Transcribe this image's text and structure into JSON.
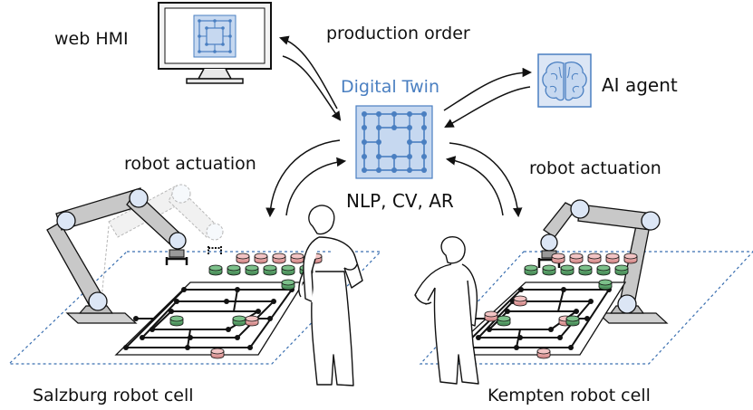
{
  "labels": {
    "web_hmi": "web HMI",
    "production_order": "production order",
    "digital_twin": "Digital Twin",
    "ai_agent": "AI agent",
    "robot_actuation_left": "robot actuation",
    "robot_actuation_right": "robot actuation",
    "capabilities": "NLP, CV, AR",
    "salzburg_cell": "Salzburg robot cell",
    "kempten_cell": "Kempten robot cell"
  },
  "colors": {
    "line": "#111111",
    "twin_blue": "#4a7fc1",
    "twin_fill": "#c6d8f0",
    "robot_fill": "#c8c8c8",
    "joint_fill": "#dce6f5",
    "piece_green": "#5aa36a",
    "piece_red": "#e5a3a3",
    "cell_dash": "#3a6fb0"
  },
  "icons": {
    "hmi": "monitor-icon",
    "twin": "grid-network-icon",
    "ai": "brain-icon",
    "robot": "robot-arm-icon",
    "person": "person-icon"
  }
}
